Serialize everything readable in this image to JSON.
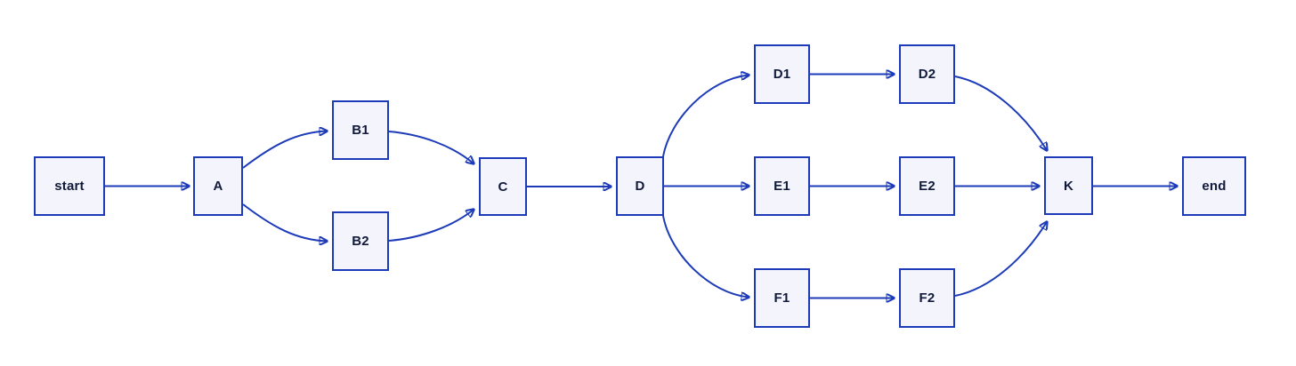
{
  "diagram": {
    "type": "flowchart",
    "direction": "left-to-right",
    "background": "#ffffff",
    "colors": {
      "node_fill": "#f4f5fc",
      "node_border": "#1d3bb8",
      "edge": "#1d3bb8",
      "label_text": "#111a3a"
    },
    "nodes": {
      "start": {
        "label": "start"
      },
      "A": {
        "label": "A"
      },
      "B1": {
        "label": "B1"
      },
      "B2": {
        "label": "B2"
      },
      "C": {
        "label": "C"
      },
      "D": {
        "label": "D"
      },
      "D1": {
        "label": "D1"
      },
      "D2": {
        "label": "D2"
      },
      "E1": {
        "label": "E1"
      },
      "E2": {
        "label": "E2"
      },
      "F1": {
        "label": "F1"
      },
      "F2": {
        "label": "F2"
      },
      "K": {
        "label": "K"
      },
      "end": {
        "label": "end"
      }
    },
    "edges": [
      {
        "from": "start",
        "to": "A"
      },
      {
        "from": "A",
        "to": "B1"
      },
      {
        "from": "A",
        "to": "B2"
      },
      {
        "from": "B1",
        "to": "C"
      },
      {
        "from": "B2",
        "to": "C"
      },
      {
        "from": "C",
        "to": "D"
      },
      {
        "from": "D",
        "to": "D1"
      },
      {
        "from": "D",
        "to": "E1"
      },
      {
        "from": "D",
        "to": "F1"
      },
      {
        "from": "D1",
        "to": "D2"
      },
      {
        "from": "E1",
        "to": "E2"
      },
      {
        "from": "F1",
        "to": "F2"
      },
      {
        "from": "D2",
        "to": "K"
      },
      {
        "from": "E2",
        "to": "K"
      },
      {
        "from": "F2",
        "to": "K"
      },
      {
        "from": "K",
        "to": "end"
      }
    ]
  }
}
